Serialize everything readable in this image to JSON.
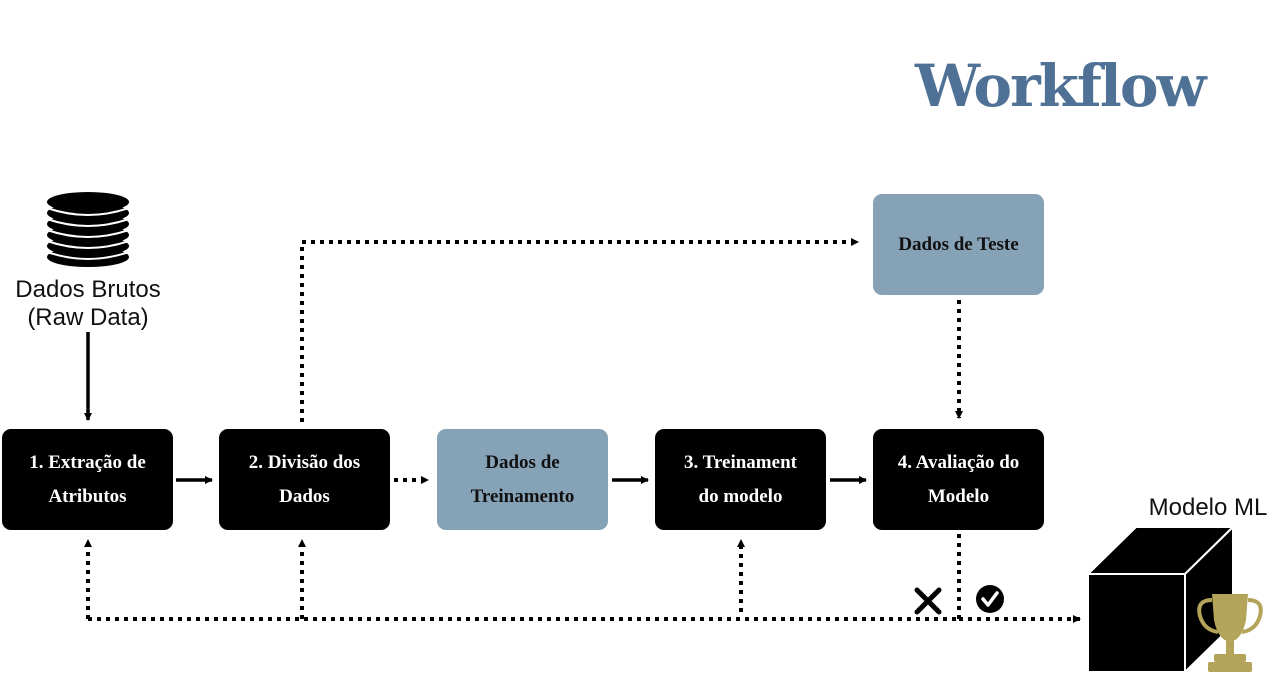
{
  "title": "Workflow",
  "source": {
    "label": "Dados Brutos\n(Raw Data)",
    "icon": "database-icon"
  },
  "steps": [
    {
      "id": "extracao",
      "label": "1. Extração de\nAtributos"
    },
    {
      "id": "divisao",
      "label": "2. Divisão dos\nDados"
    },
    {
      "id": "treino",
      "label": "Dados de\nTreinamento"
    },
    {
      "id": "treinamento",
      "label": "3. Treinament\ndo modelo"
    },
    {
      "id": "avaliacao",
      "label": "4. Avaliação do\nModelo"
    },
    {
      "id": "teste",
      "label": "Dados de Teste"
    }
  ],
  "output": {
    "label": "Modelo ML",
    "icon": "trophy-icon"
  },
  "decision": {
    "reject": "x-icon",
    "accept": "check-icon"
  },
  "colors": {
    "title": "#4f7196",
    "node_dark": "#000000",
    "node_light": "#86a2b6",
    "trophy": "#b3a45a"
  }
}
